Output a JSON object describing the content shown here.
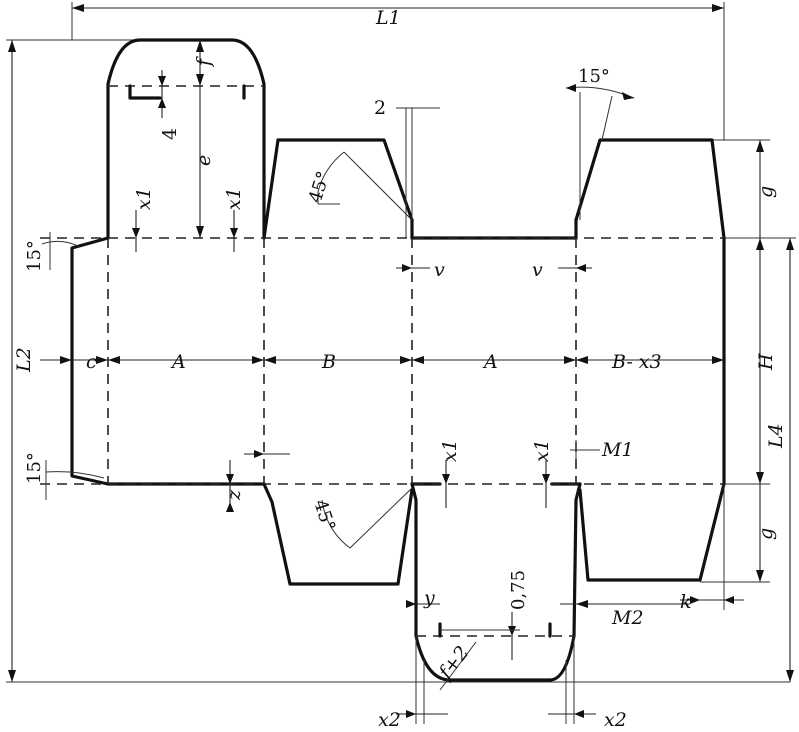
{
  "labels": {
    "L1": "L1",
    "L2": "L2",
    "L4": "L4",
    "c": "c",
    "A": "A",
    "B": "B",
    "A2": "A",
    "B_x3": "B- x3",
    "H": "H",
    "g_top": "g",
    "g_bottom": "g",
    "e": "e",
    "f": "f",
    "four": "4",
    "two": "2",
    "x1_a": "x1",
    "x1_b": "x1",
    "x1_c": "x1",
    "x1_d": "x1",
    "v_a": "v",
    "v_b": "v",
    "M1": "M1",
    "M2": "M2",
    "k": "k",
    "y": "y",
    "z": "z",
    "x2_a": "x2",
    "x2_b": "x2",
    "val_075": "0,75",
    "f_plus_2": "f+2"
  },
  "angles": {
    "left_top": "15°",
    "left_bottom": "15°",
    "right_top": "15°",
    "flap_top": "45°",
    "flap_bottom": "45°"
  }
}
